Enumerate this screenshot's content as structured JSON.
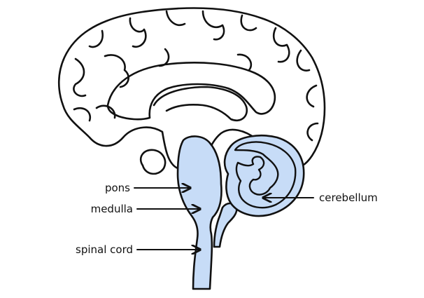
{
  "colors": {
    "stroke": "#111111",
    "hindbrain_fill": "#c7dcf7",
    "background": "#ffffff"
  },
  "labels": {
    "pons": "pons",
    "medulla": "medulla",
    "spinal_cord": "spinal cord",
    "cerebellum": "cerebellum"
  }
}
